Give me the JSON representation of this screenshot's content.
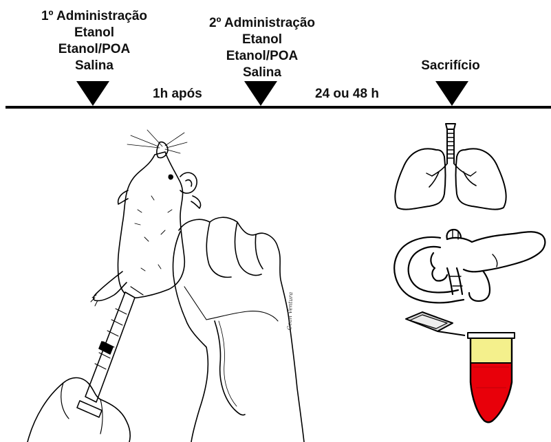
{
  "timeline": {
    "step1": {
      "lines": [
        "1º Administração",
        "Etanol",
        "Etanol/POA",
        "Salina"
      ]
    },
    "interval1": "1h após",
    "step2": {
      "lines": [
        "2º Administração",
        "Etanol",
        "Etanol/POA",
        "Salina"
      ]
    },
    "interval2": "24 ou 48 h",
    "step3": {
      "lines": [
        "Sacrifício"
      ]
    }
  },
  "illustration": {
    "signature": "Gean Ventura"
  },
  "samples": {
    "icons": [
      "lungs-icon",
      "pancreas-icon",
      "blood-tube-icon"
    ],
    "colors": {
      "plasma": "#f4f08c",
      "blood": "#e8000a",
      "outline": "#000000"
    }
  }
}
